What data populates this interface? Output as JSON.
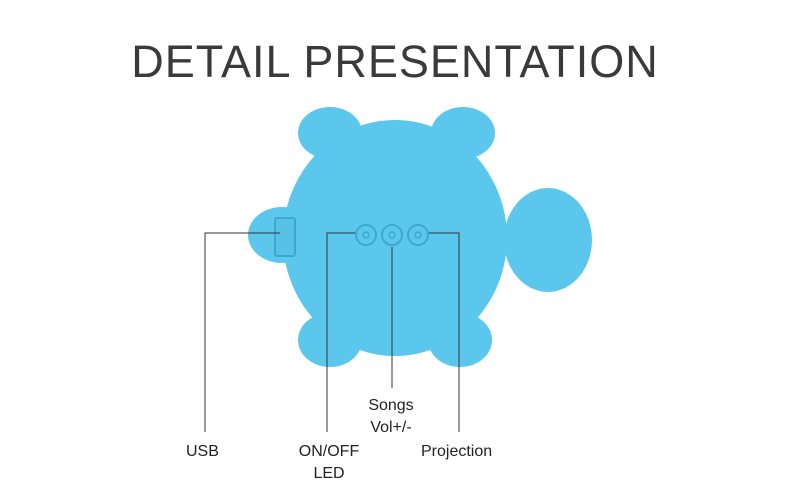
{
  "title": "DETAIL PRESENTATION",
  "colors": {
    "device_body": "#5bc7ec",
    "device_shadow": "#4fb6db",
    "leader_lines": "#333333",
    "title_text": "#3a3a3a"
  },
  "callouts": {
    "usb": "USB",
    "onoff_line1": "ON/OFF",
    "onoff_line2": "LED",
    "songs_line1": "Songs",
    "songs_line2": "Vol+/-",
    "projection": "Projection"
  }
}
